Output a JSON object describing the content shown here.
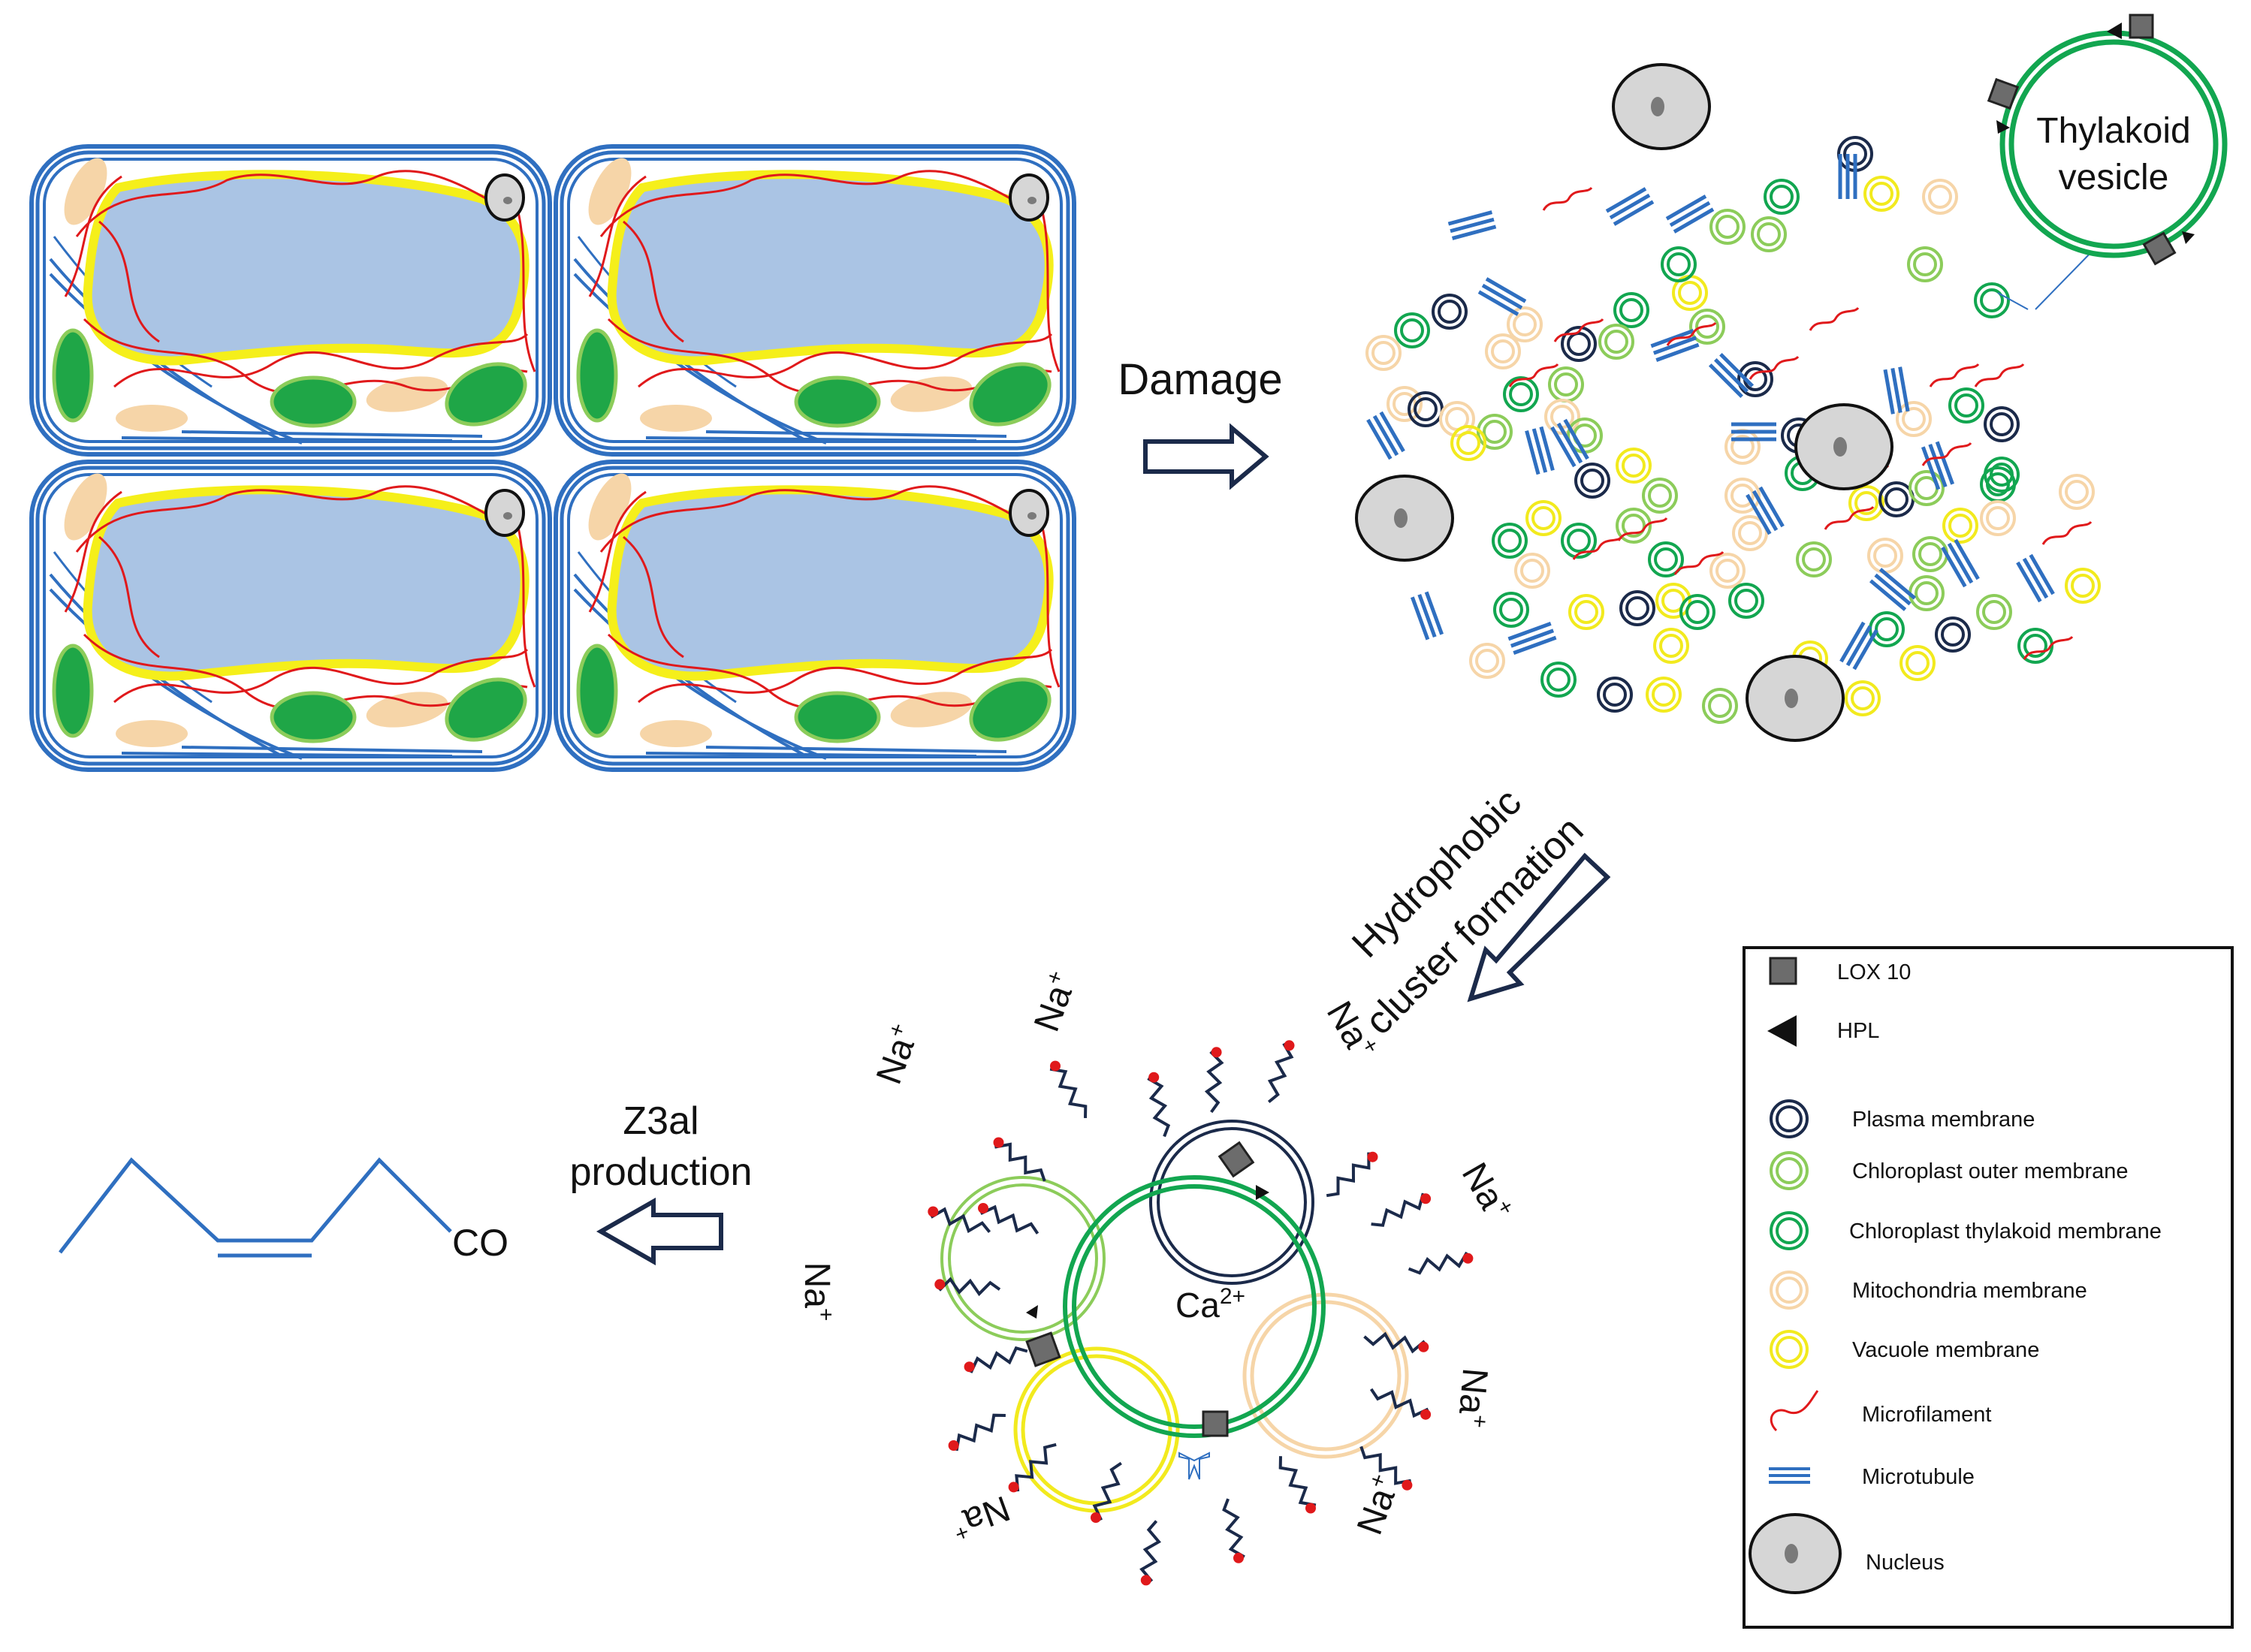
{
  "figure": {
    "labels": {
      "damage": "Damage",
      "thylakoid_vesicle_line1": "Thylakoid",
      "thylakoid_vesicle_line2": "vesicle",
      "hydrophobic_line1": "Hydrophobic",
      "hydrophobic_line2": "cluster formation",
      "z3al_line1": "Z3al",
      "z3al_line2": "production",
      "co": "CO",
      "calcium": "Ca",
      "calcium_charge": "2+",
      "sodium": "Na",
      "sodium_charge": "+"
    },
    "legend": {
      "items": [
        {
          "label": "LOX 10",
          "icon": "lox10-square-icon"
        },
        {
          "label": "HPL",
          "icon": "hpl-triangle-icon"
        },
        {
          "label": "Plasma membrane",
          "icon": "plasma-membrane-ring-icon",
          "color": "#1b2a4a"
        },
        {
          "label": "Chloroplast outer membrane",
          "icon": "chloroplast-outer-ring-icon",
          "color": "#8ccc5a"
        },
        {
          "label": "Chloroplast thylakoid membrane",
          "icon": "thylakoid-ring-icon",
          "color": "#12a650"
        },
        {
          "label": "Mitochondria membrane",
          "icon": "mitochondria-ring-icon",
          "color": "#f6d5a8"
        },
        {
          "label": "Vacuole membrane",
          "icon": "vacuole-ring-icon",
          "color": "#f2ea1e"
        },
        {
          "label": "Microfilament",
          "icon": "microfilament-icon",
          "color": "#e0191b"
        },
        {
          "label": "Microtubule",
          "icon": "microtubule-icon",
          "color": "#2f6fc0"
        },
        {
          "label": "Nucleus",
          "icon": "nucleus-icon",
          "color": "#d6d6d6"
        }
      ]
    },
    "colors": {
      "cell_wall": "#2f6fc0",
      "vacuole": "#aac4e4",
      "tonoplast": "#f5ef1a",
      "microfilament": "#e0191b",
      "chloroplast": "#1fa647",
      "mitochondria": "#f6d5a8",
      "arrow_outline": "#1b2a4a",
      "lipid_tail": "#1b2a4a",
      "lipid_head": "#e0191b"
    }
  }
}
